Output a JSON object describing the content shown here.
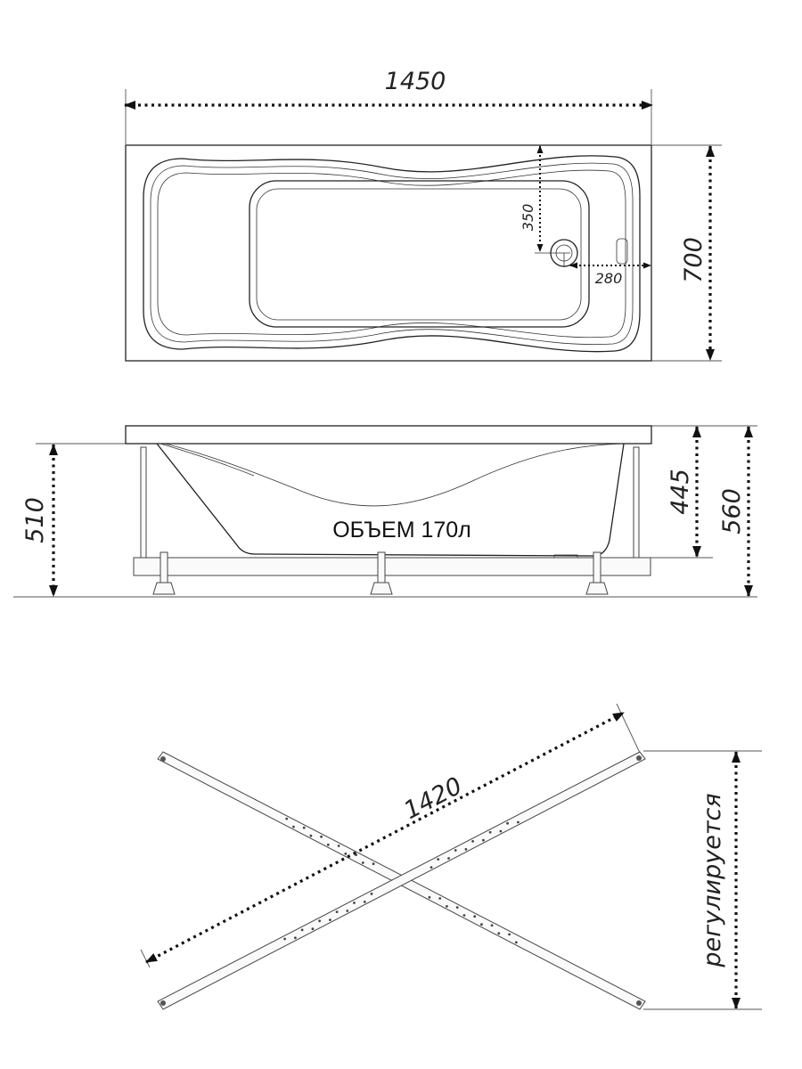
{
  "top_view": {
    "overall_length": "1450",
    "overall_width": "700",
    "drain_offset_y": "350",
    "drain_offset_x": "280"
  },
  "side_view": {
    "total_height": "510",
    "tub_depth": "445",
    "height_with_feet": "560",
    "volume_label": "ОБЪЕМ 170л"
  },
  "frame_view": {
    "frame_length": "1420",
    "adjustable_label": "регулируется"
  }
}
